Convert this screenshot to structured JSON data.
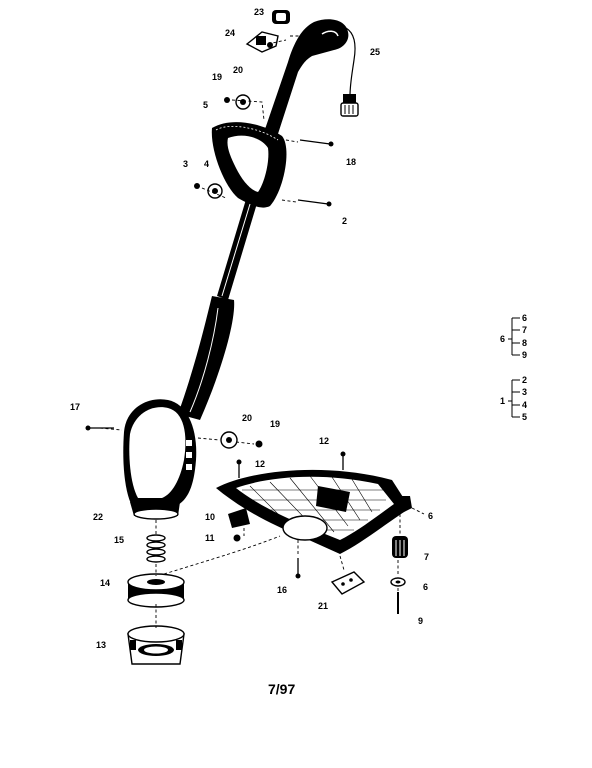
{
  "callouts": {
    "c23": "23",
    "c24": "24",
    "c25": "25",
    "c19a": "19",
    "c20a": "20",
    "c5": "5",
    "c18": "18",
    "c3": "3",
    "c4": "4",
    "c2": "2",
    "c17": "17",
    "c20b": "20",
    "c19b": "19",
    "c12a": "12",
    "c12b": "12",
    "c22": "22",
    "c10": "10",
    "c11": "11",
    "c6a": "6",
    "c15": "15",
    "c7": "7",
    "c6b": "6",
    "c14": "14",
    "c16": "16",
    "c21": "21",
    "c9": "9",
    "c13": "13"
  },
  "group_a": {
    "parent": "6",
    "items": [
      "6",
      "7",
      "8",
      "9"
    ]
  },
  "group_b": {
    "parent": "1",
    "items": [
      "2",
      "3",
      "4",
      "5"
    ]
  },
  "date_code": "7/97"
}
